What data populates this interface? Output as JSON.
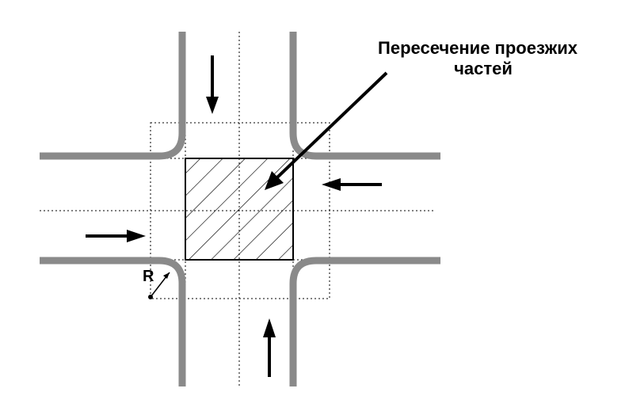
{
  "annotation": {
    "line1": "Пересечение проезжих",
    "line2": "частей"
  },
  "radius_label": "R",
  "colors": {
    "curb": "#8a8a8a",
    "ink": "#000000",
    "background": "#ffffff"
  },
  "icons": [
    "arrow-down-icon",
    "arrow-left-icon",
    "arrow-right-icon",
    "arrow-up-icon",
    "pointer-arrow-icon"
  ]
}
